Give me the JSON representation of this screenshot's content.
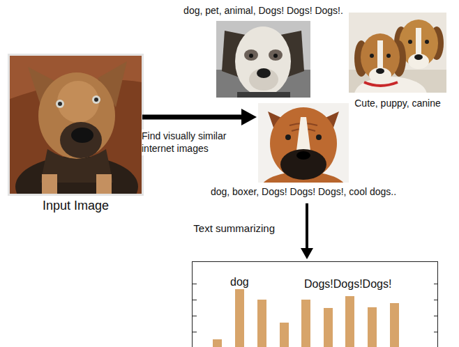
{
  "diagram": {
    "nodes": [
      {
        "text": [
          "Input Image"
        ]
      },
      {
        "text": [
          "dog, pet, animal, Dogs! Dogs! Dogs!."
        ]
      },
      {
        "text": [
          "Cute, puppy, canine"
        ]
      },
      {
        "text": [
          "dog, boxer, Dogs! Dogs! Dogs!, cool dogs.."
        ]
      },
      {
        "text": [
          "dog",
          "Dogs!Dogs!Dogs!"
        ]
      }
    ],
    "edges": [
      {
        "from": 0,
        "to": 3,
        "label": "Find visually similar internet images",
        "arrow": "to"
      },
      {
        "from": 3,
        "to": 4,
        "label": "Text summarizing",
        "arrow": "to"
      }
    ]
  }
}
